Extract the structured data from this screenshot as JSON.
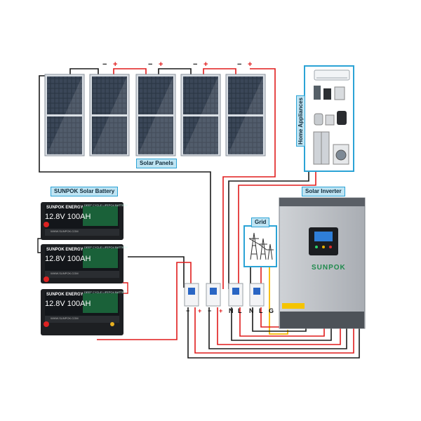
{
  "labels": {
    "solar_panels": "Solar Panels",
    "battery": "SUNPOK Solar Battery",
    "inverter": "Solar Inverter",
    "grid": "Grid",
    "home": "Home Appliances"
  },
  "panel_terminals": {
    "negative": "−",
    "positive": "+"
  },
  "battery_unit": {
    "brand": "SUNPOK ENERGY",
    "rating": "12.8V 100AH",
    "type": "DEEP CYCLE LIFEPO4 BATTERY",
    "website": "WWW.SUNPOK.COM"
  },
  "inverter_logo": "SUNPOK",
  "breaker_terminals": [
    "−",
    "+",
    "−",
    "+",
    "N",
    "L",
    "N",
    "L",
    "G"
  ],
  "colors": {
    "positive": "#e01b1b",
    "negative": "#1a1a1a",
    "ground": "#f5b800",
    "accent": "#2ba3d6"
  }
}
